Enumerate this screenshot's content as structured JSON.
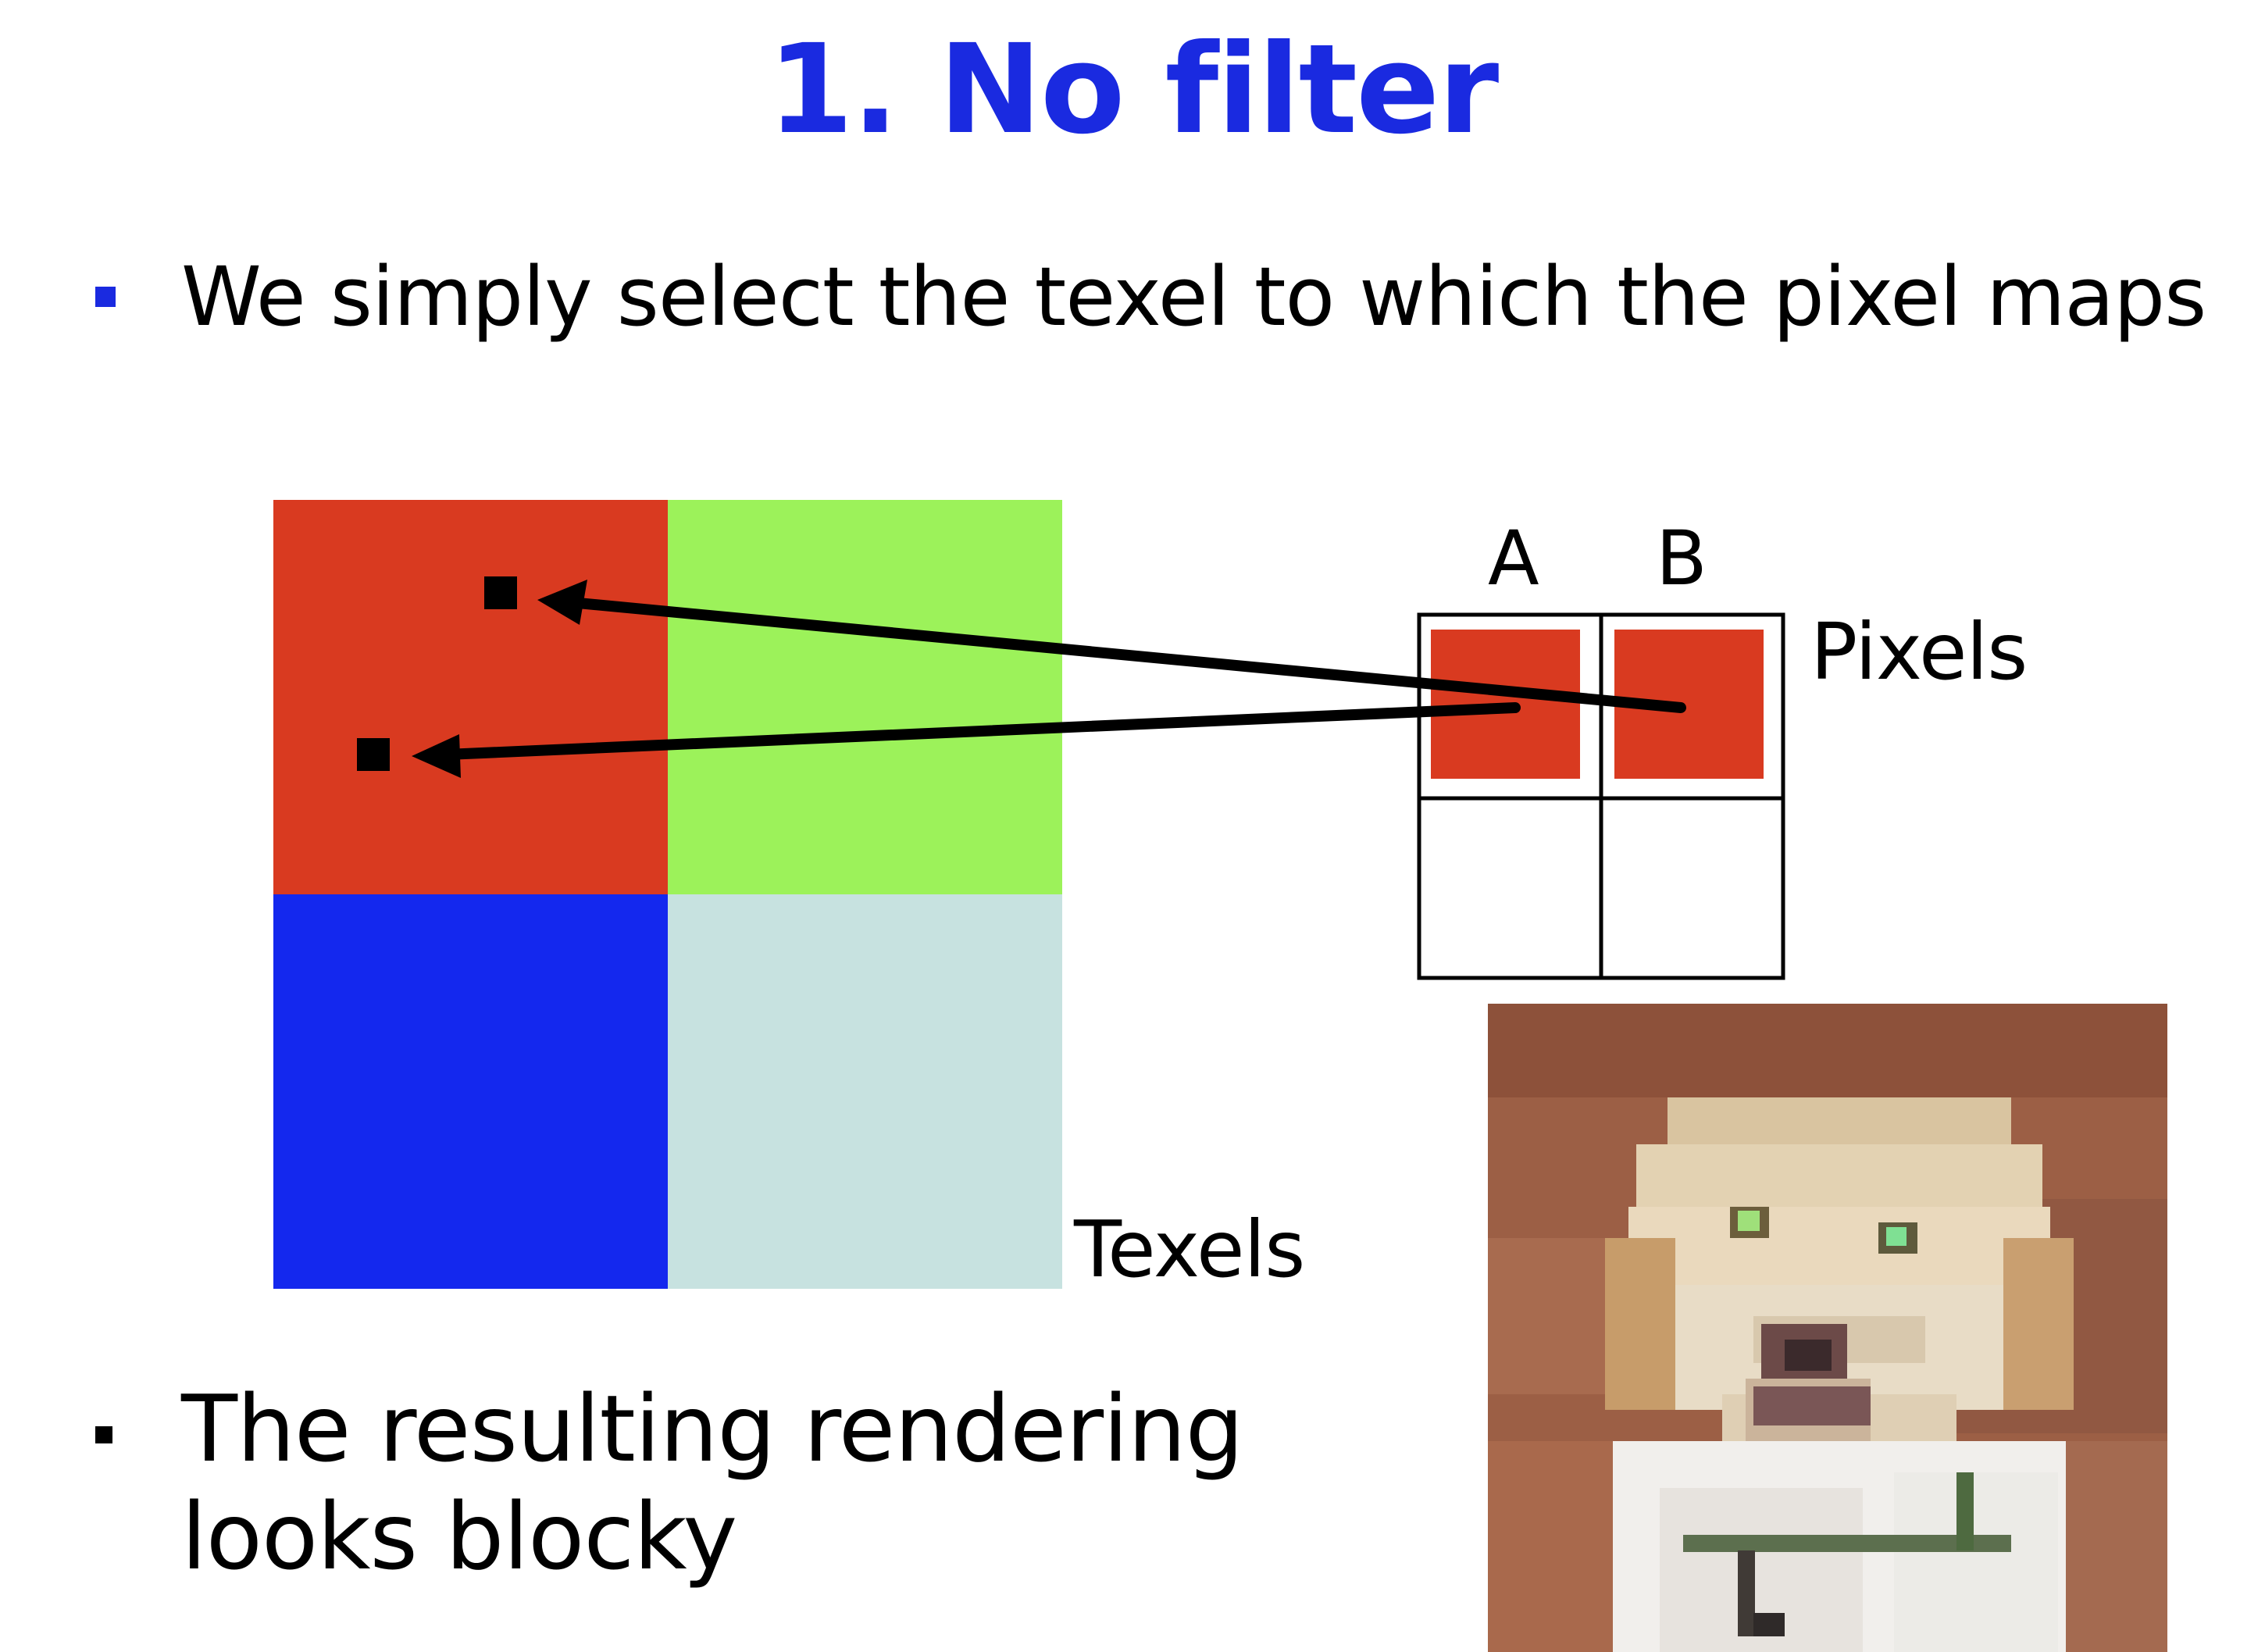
{
  "slide": {
    "title": "1. No filter",
    "bullets": [
      {
        "text": "We simply select the texel to which the pixel maps",
        "marker_color": "#1a2ae0"
      },
      {
        "text": "The resulting rendering looks blocky",
        "lines": [
          "The resulting rendering",
          "looks blocky"
        ],
        "marker_color": "#000000"
      }
    ]
  },
  "diagram": {
    "texel_grid": {
      "label": "Texels",
      "cells": [
        {
          "name": "texel-red",
          "color": "#d93a20"
        },
        {
          "name": "texel-green",
          "color": "#9cf25a"
        },
        {
          "name": "texel-blue",
          "color": "#1428ee"
        },
        {
          "name": "texel-light-teal",
          "color": "#c7e2e0"
        }
      ]
    },
    "pixel_grid": {
      "label": "Pixels",
      "columns": [
        "A",
        "B"
      ],
      "filled_color": "#d93a20",
      "cells": [
        {
          "name": "pixel-a-top",
          "filled": true
        },
        {
          "name": "pixel-b-top",
          "filled": true
        },
        {
          "name": "pixel-a-bottom",
          "filled": false
        },
        {
          "name": "pixel-b-bottom",
          "filled": false
        }
      ]
    },
    "arrows": [
      {
        "from": "pixel-b",
        "to": "texel-sample-upper"
      },
      {
        "from": "pixel-a",
        "to": "texel-sample-lower"
      }
    ]
  },
  "image": {
    "subject": "pixelated-dog-photo"
  }
}
